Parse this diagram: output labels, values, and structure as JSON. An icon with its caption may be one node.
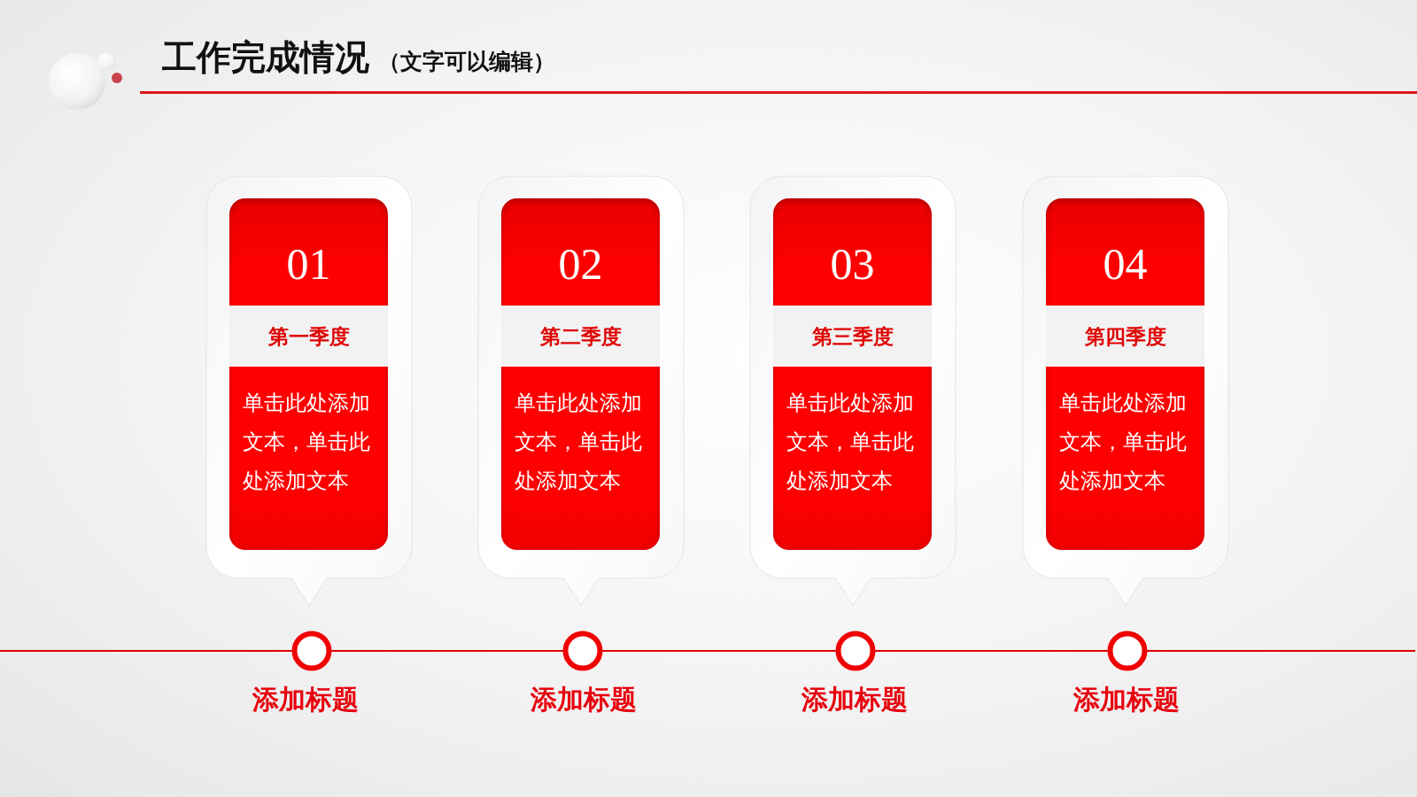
{
  "diagram": {
    "title": "工作完成情况",
    "nodes": [
      {
        "text": [
          "01",
          "第一季度",
          "单击此处添加文本，单击此处添加文本"
        ]
      },
      {
        "text": [
          "02",
          "第二季度",
          "单击此处添加文本，单击此处添加文本"
        ]
      },
      {
        "text": [
          "03",
          "第三季度",
          "单击此处添加文本，单击此处添加文本"
        ]
      },
      {
        "text": [
          "04",
          "第四季度",
          "单击此处添加文本，单击此处添加文本"
        ]
      }
    ],
    "labels": [
      "（文字可以编辑）",
      "添加标题",
      "添加标题",
      "添加标题",
      "添加标题"
    ]
  }
}
